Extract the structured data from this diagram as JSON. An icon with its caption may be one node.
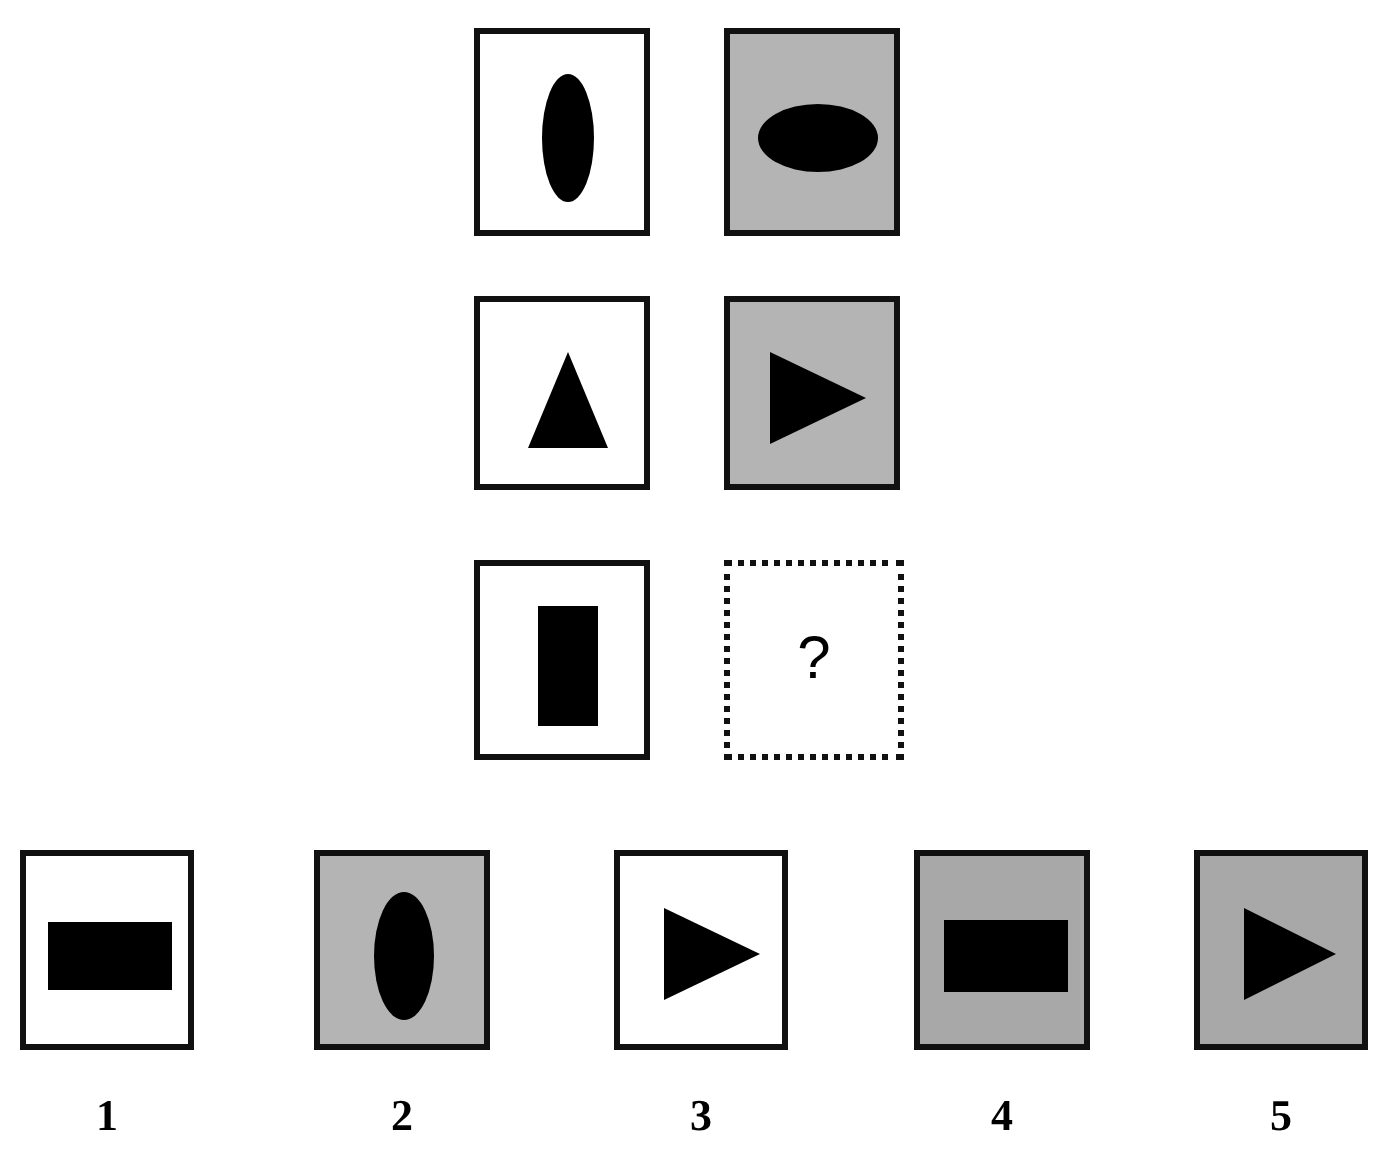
{
  "diagram": {
    "nodes": [
      {
        "text": [],
        "shape": "box"
      },
      {
        "text": [],
        "shape": "ellipse",
        "in": 0
      },
      {
        "text": [],
        "shape": "box"
      },
      {
        "text": [],
        "shape": "ellipse",
        "in": 2
      },
      {
        "text": [],
        "shape": "box"
      },
      {
        "text": [],
        "shape": "triangle",
        "in": 4
      },
      {
        "text": [],
        "shape": "box"
      },
      {
        "text": [],
        "shape": "triangle",
        "in": 6
      },
      {
        "text": [],
        "shape": "box"
      },
      {
        "text": [],
        "shape": "rectangle",
        "in": 8
      },
      {
        "text": [
          "?"
        ]
      },
      {
        "text": [],
        "shape": "box",
        "beside": [
          "1"
        ]
      },
      {
        "text": [],
        "shape": "rectangle",
        "in": 11
      },
      {
        "text": [],
        "shape": "box",
        "beside": [
          "2"
        ]
      },
      {
        "text": [],
        "shape": "ellipse",
        "in": 13
      },
      {
        "text": [],
        "shape": "box",
        "beside": [
          "3"
        ]
      },
      {
        "text": [],
        "shape": "triangle",
        "in": 15
      },
      {
        "text": [],
        "shape": "box",
        "beside": [
          "4"
        ]
      },
      {
        "text": [],
        "shape": "rectangle",
        "in": 17
      },
      {
        "text": [],
        "shape": "box",
        "beside": [
          "5"
        ]
      },
      {
        "text": [],
        "shape": "triangle",
        "in": 19
      }
    ]
  }
}
